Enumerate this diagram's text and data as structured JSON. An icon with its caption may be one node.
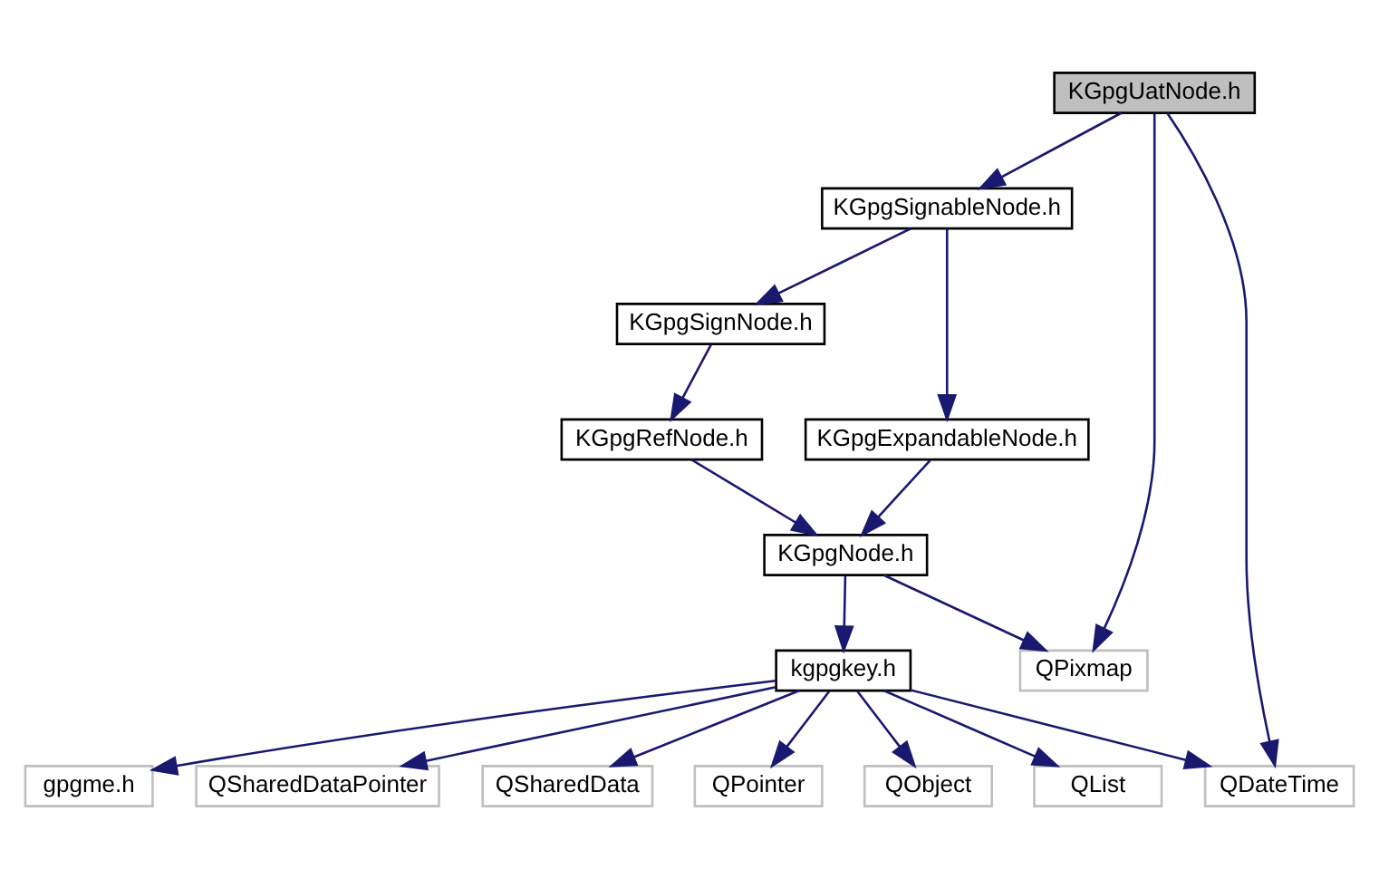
{
  "diagram": {
    "nodes": [
      {
        "text": [
          "KGpgUatNode.h"
        ]
      },
      {
        "text": [
          "KGpgSignableNode.h"
        ]
      },
      {
        "text": [
          "KGpgSignNode.h"
        ]
      },
      {
        "text": [
          "KGpgExpandableNode.h"
        ]
      },
      {
        "text": [
          "KGpgRefNode.h"
        ]
      },
      {
        "text": [
          "KGpgNode.h"
        ]
      },
      {
        "text": [
          "kgpgkey.h"
        ]
      },
      {
        "text": [
          "QPixmap"
        ]
      },
      {
        "text": [
          "gpgme.h"
        ]
      },
      {
        "text": [
          "QSharedDataPointer"
        ]
      },
      {
        "text": [
          "QSharedData"
        ]
      },
      {
        "text": [
          "QPointer"
        ]
      },
      {
        "text": [
          "QObject"
        ]
      },
      {
        "text": [
          "QList"
        ]
      },
      {
        "text": [
          "QDateTime"
        ]
      }
    ],
    "edges": [
      {
        "from": 0,
        "to": 1,
        "arrow": "to"
      },
      {
        "from": 0,
        "to": 7,
        "arrow": "to"
      },
      {
        "from": 0,
        "to": 14,
        "arrow": "to"
      },
      {
        "from": 1,
        "to": 3,
        "arrow": "to"
      },
      {
        "from": 1,
        "to": 2,
        "arrow": "to"
      },
      {
        "from": 2,
        "to": 4,
        "arrow": "to"
      },
      {
        "from": 3,
        "to": 5,
        "arrow": "to"
      },
      {
        "from": 4,
        "to": 5,
        "arrow": "to"
      },
      {
        "from": 5,
        "to": 6,
        "arrow": "to"
      },
      {
        "from": 5,
        "to": 7,
        "arrow": "to"
      },
      {
        "from": 6,
        "to": 8,
        "arrow": "to"
      },
      {
        "from": 6,
        "to": 9,
        "arrow": "to"
      },
      {
        "from": 6,
        "to": 10,
        "arrow": "to"
      },
      {
        "from": 6,
        "to": 11,
        "arrow": "to"
      },
      {
        "from": 6,
        "to": 12,
        "arrow": "to"
      },
      {
        "from": 6,
        "to": 13,
        "arrow": "to"
      },
      {
        "from": 6,
        "to": 14,
        "arrow": "to"
      }
    ]
  }
}
